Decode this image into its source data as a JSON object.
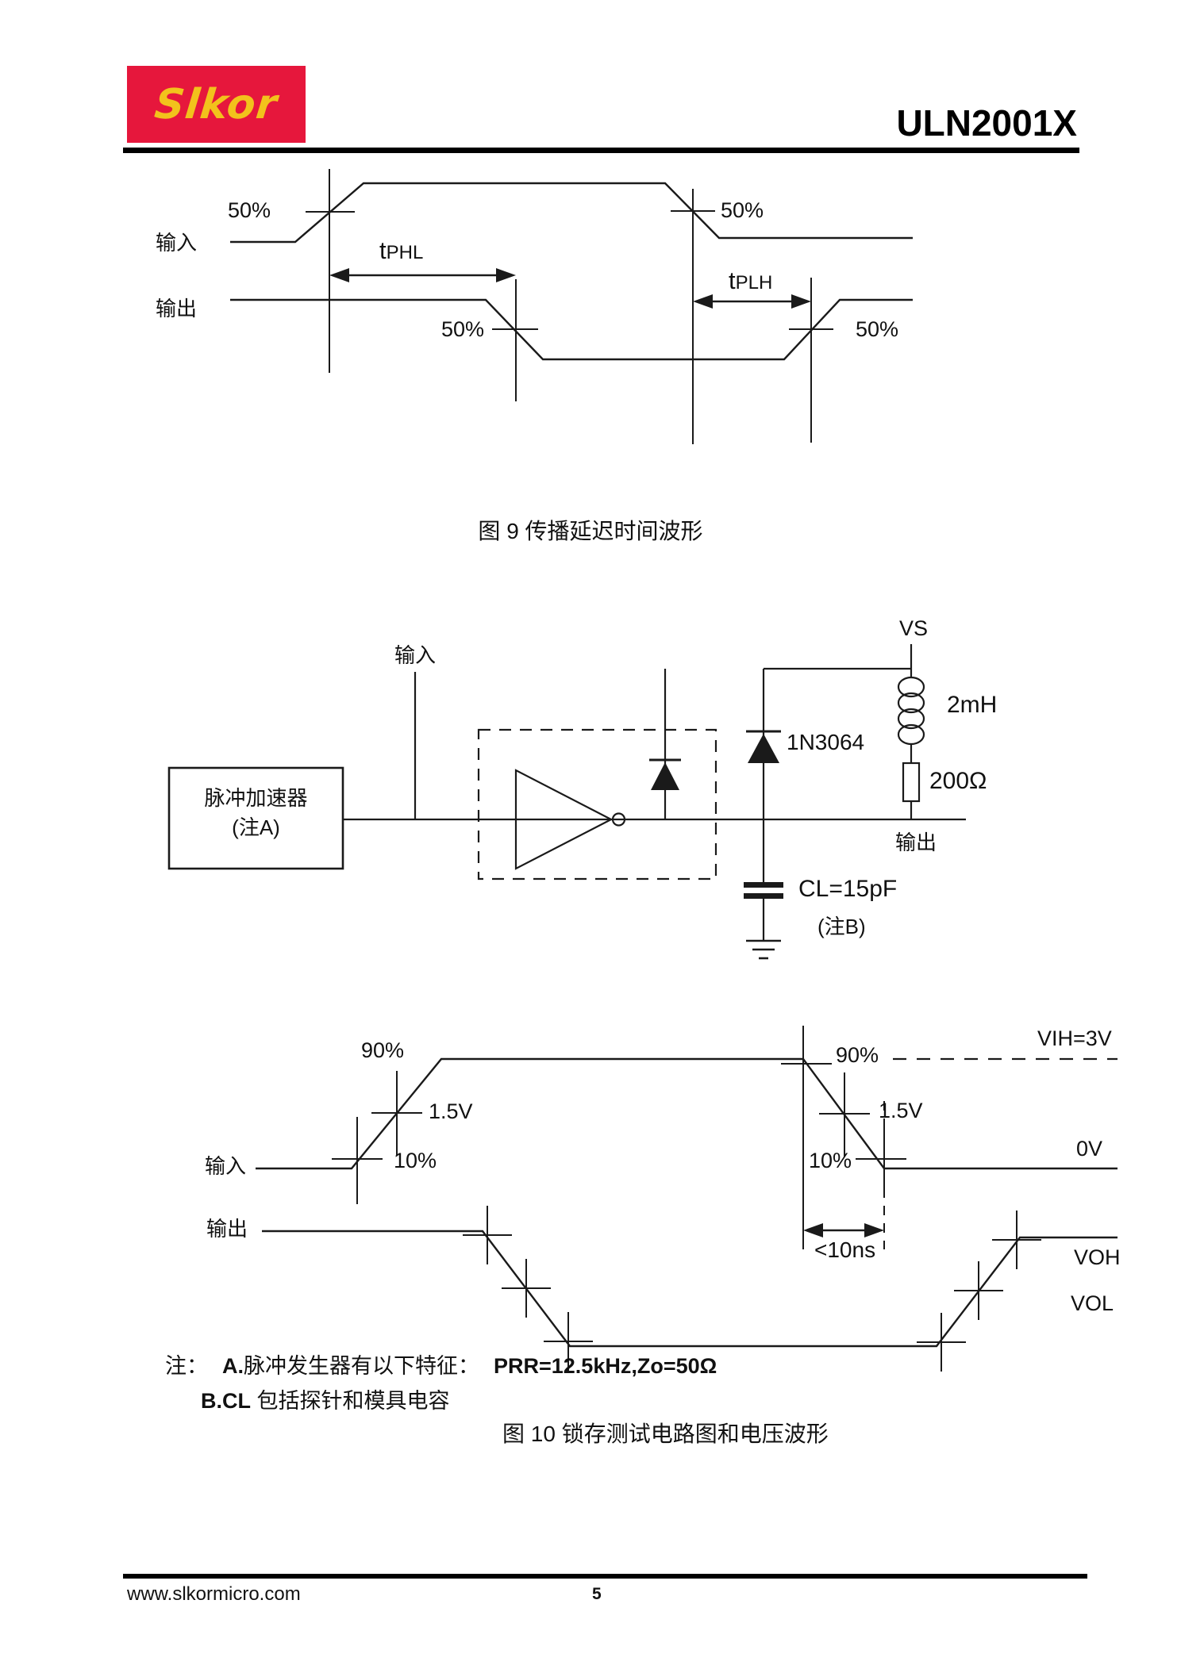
{
  "header": {
    "logo_text": "Slkor",
    "part_number": "ULN2001X",
    "logo_bg": "#e6173c",
    "logo_color": "#f2c21c"
  },
  "figure9": {
    "input_label": "输入",
    "output_label": "输出",
    "fifty_top_left": "50%",
    "fifty_top_right": "50%",
    "fifty_bottom_left": "50%",
    "fifty_bottom_right": "50%",
    "tphl_t": "t",
    "tphl_sub": "PHL",
    "tplh_t": "t",
    "tplh_sub": "PLH",
    "caption": "图 9 传播延迟时间波形"
  },
  "circuit": {
    "input_label": "输入",
    "pulse_box_line1": "脉冲加速器",
    "pulse_box_line2": "(注A)",
    "vs_label": "VS",
    "inductor_value": "2mH",
    "resistor_value": "200Ω",
    "diode_part": "1N3064",
    "cap_value": "CL=15pF",
    "cap_note": "(注B)",
    "output_label": "输出"
  },
  "wave10": {
    "input_label": "输入",
    "output_label": "输出",
    "rise_90": "90%",
    "rise_15": "1.5V",
    "rise_10": "10%",
    "fall_90": "90%",
    "fall_15": "1.5V",
    "fall_10": "10%",
    "vih_label": "VIH=3V",
    "zero_label": "0V",
    "voh_label": "VOH",
    "vol_label": "VOL",
    "time_label": "<10ns"
  },
  "notes": {
    "prefix": "注：",
    "a_id": "A.",
    "a_text": "脉冲发生器有以下特征：",
    "a_value": "PRR=12.5kHz,Zo=50Ω",
    "b_id": "B.CL",
    "b_text": " 包括探针和模具电容"
  },
  "figure10_caption": "图 10 锁存测试电路图和电压波形",
  "footer": {
    "url": "www.slkormicro.com",
    "page_number": "5"
  }
}
